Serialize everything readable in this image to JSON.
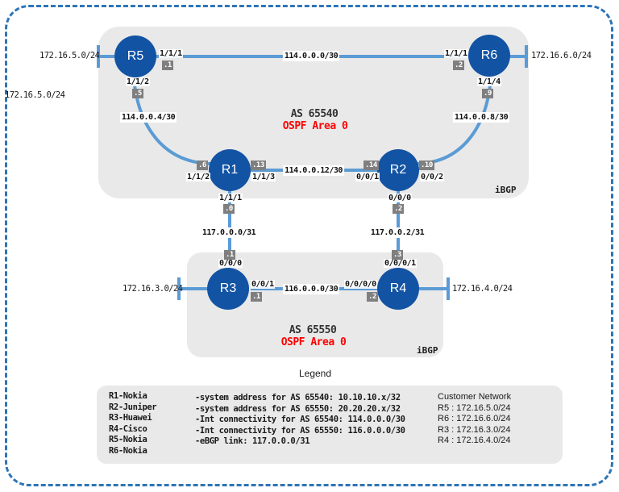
{
  "diagram": {
    "as_top": {
      "title": "AS 65540",
      "ospf": "OSPF Area 0",
      "ibgp": "iBGP"
    },
    "as_bottom": {
      "title": "AS 65550",
      "ospf": "OSPF Area 0",
      "ibgp": "iBGP"
    },
    "nodes": {
      "r1": "R1",
      "r2": "R2",
      "r3": "R3",
      "r4": "R4",
      "r5": "R5",
      "r6": "R6"
    },
    "links": {
      "r5_r6": "114.0.0.0/30",
      "r5_r1": "114.0.0.4/30",
      "r6_r2": "114.0.0.8/30",
      "r1_r2": "114.0.0.12/30",
      "r1_r3": "117.0.0.0/31",
      "r2_r4": "117.0.0.2/31",
      "r3_r4": "116.0.0.0/30"
    },
    "ports": {
      "r5_to_r6": "1/1/1",
      "r5_to_r1": "1/1/2",
      "r6_to_r5": "1/1/1",
      "r6_to_r2": "1/1/4",
      "r1_to_r5": "1/1/2",
      "r1_to_r2": "1/1/3",
      "r1_to_r3": "1/1/1",
      "r2_to_r1": "0/0/1",
      "r2_to_r6": "0/0/2",
      "r2_to_r4": "0/0/0",
      "r3_to_r1": "0/0/0",
      "r3_to_r4": "0/0/1",
      "r4_to_r2": "0/0/0/1",
      "r4_to_r3": "0/0/0/0"
    },
    "octets": {
      "r5_to_r6": ".1",
      "r6_to_r5": ".2",
      "r5_to_r1": ".5",
      "r1_to_r5": ".6",
      "r6_to_r2": ".9",
      "r2_to_r6": ".10",
      "r1_to_r2": ".13",
      "r2_to_r1": ".14",
      "r1_to_r3": ".0",
      "r3_to_r1": ".1",
      "r2_to_r4": ".2",
      "r4_to_r2": ".3",
      "r3_to_r4": ".1",
      "r4_to_r3": ".2"
    },
    "customer_nets": {
      "r5": "172.16.5.0/24",
      "r5_outer": "172.16.5.0/24",
      "r6": "172.16.6.0/24",
      "r3": "172.16.3.0/24",
      "r4": "172.16.4.0/24"
    }
  },
  "legend": {
    "title": "Legend",
    "devices": [
      "R1-Nokia",
      "R2-Juniper",
      "R3-Huawei",
      "R4-Cisco",
      "R5-Nokia",
      "R6-Nokia"
    ],
    "notes": [
      "-system address for AS 65540: 10.10.10.x/32",
      "-system address for AS 65550: 20.20.20.x/32",
      "-Int connectivity for AS 65540: 114.0.0.0/30",
      "-Int connectivity for AS 65550: 116.0.0.0/30",
      "-eBGP link: 117.0.0.0/31"
    ],
    "customer_network": {
      "header": "Customer Network",
      "entries": [
        "R5 : 172.16.5.0/24",
        "R6 : 172.16.6.0/24",
        "R3 : 172.16.3.0/24",
        "R4 : 172.16.4.0/24"
      ]
    }
  },
  "colors": {
    "node_fill": "#1253a4",
    "wire": "#5b9bd5",
    "region_fill": "#e9e9e9",
    "badge_fill": "#7f7f7f",
    "ospf_red": "#ff0000",
    "border_dash": "#2e75b6"
  }
}
